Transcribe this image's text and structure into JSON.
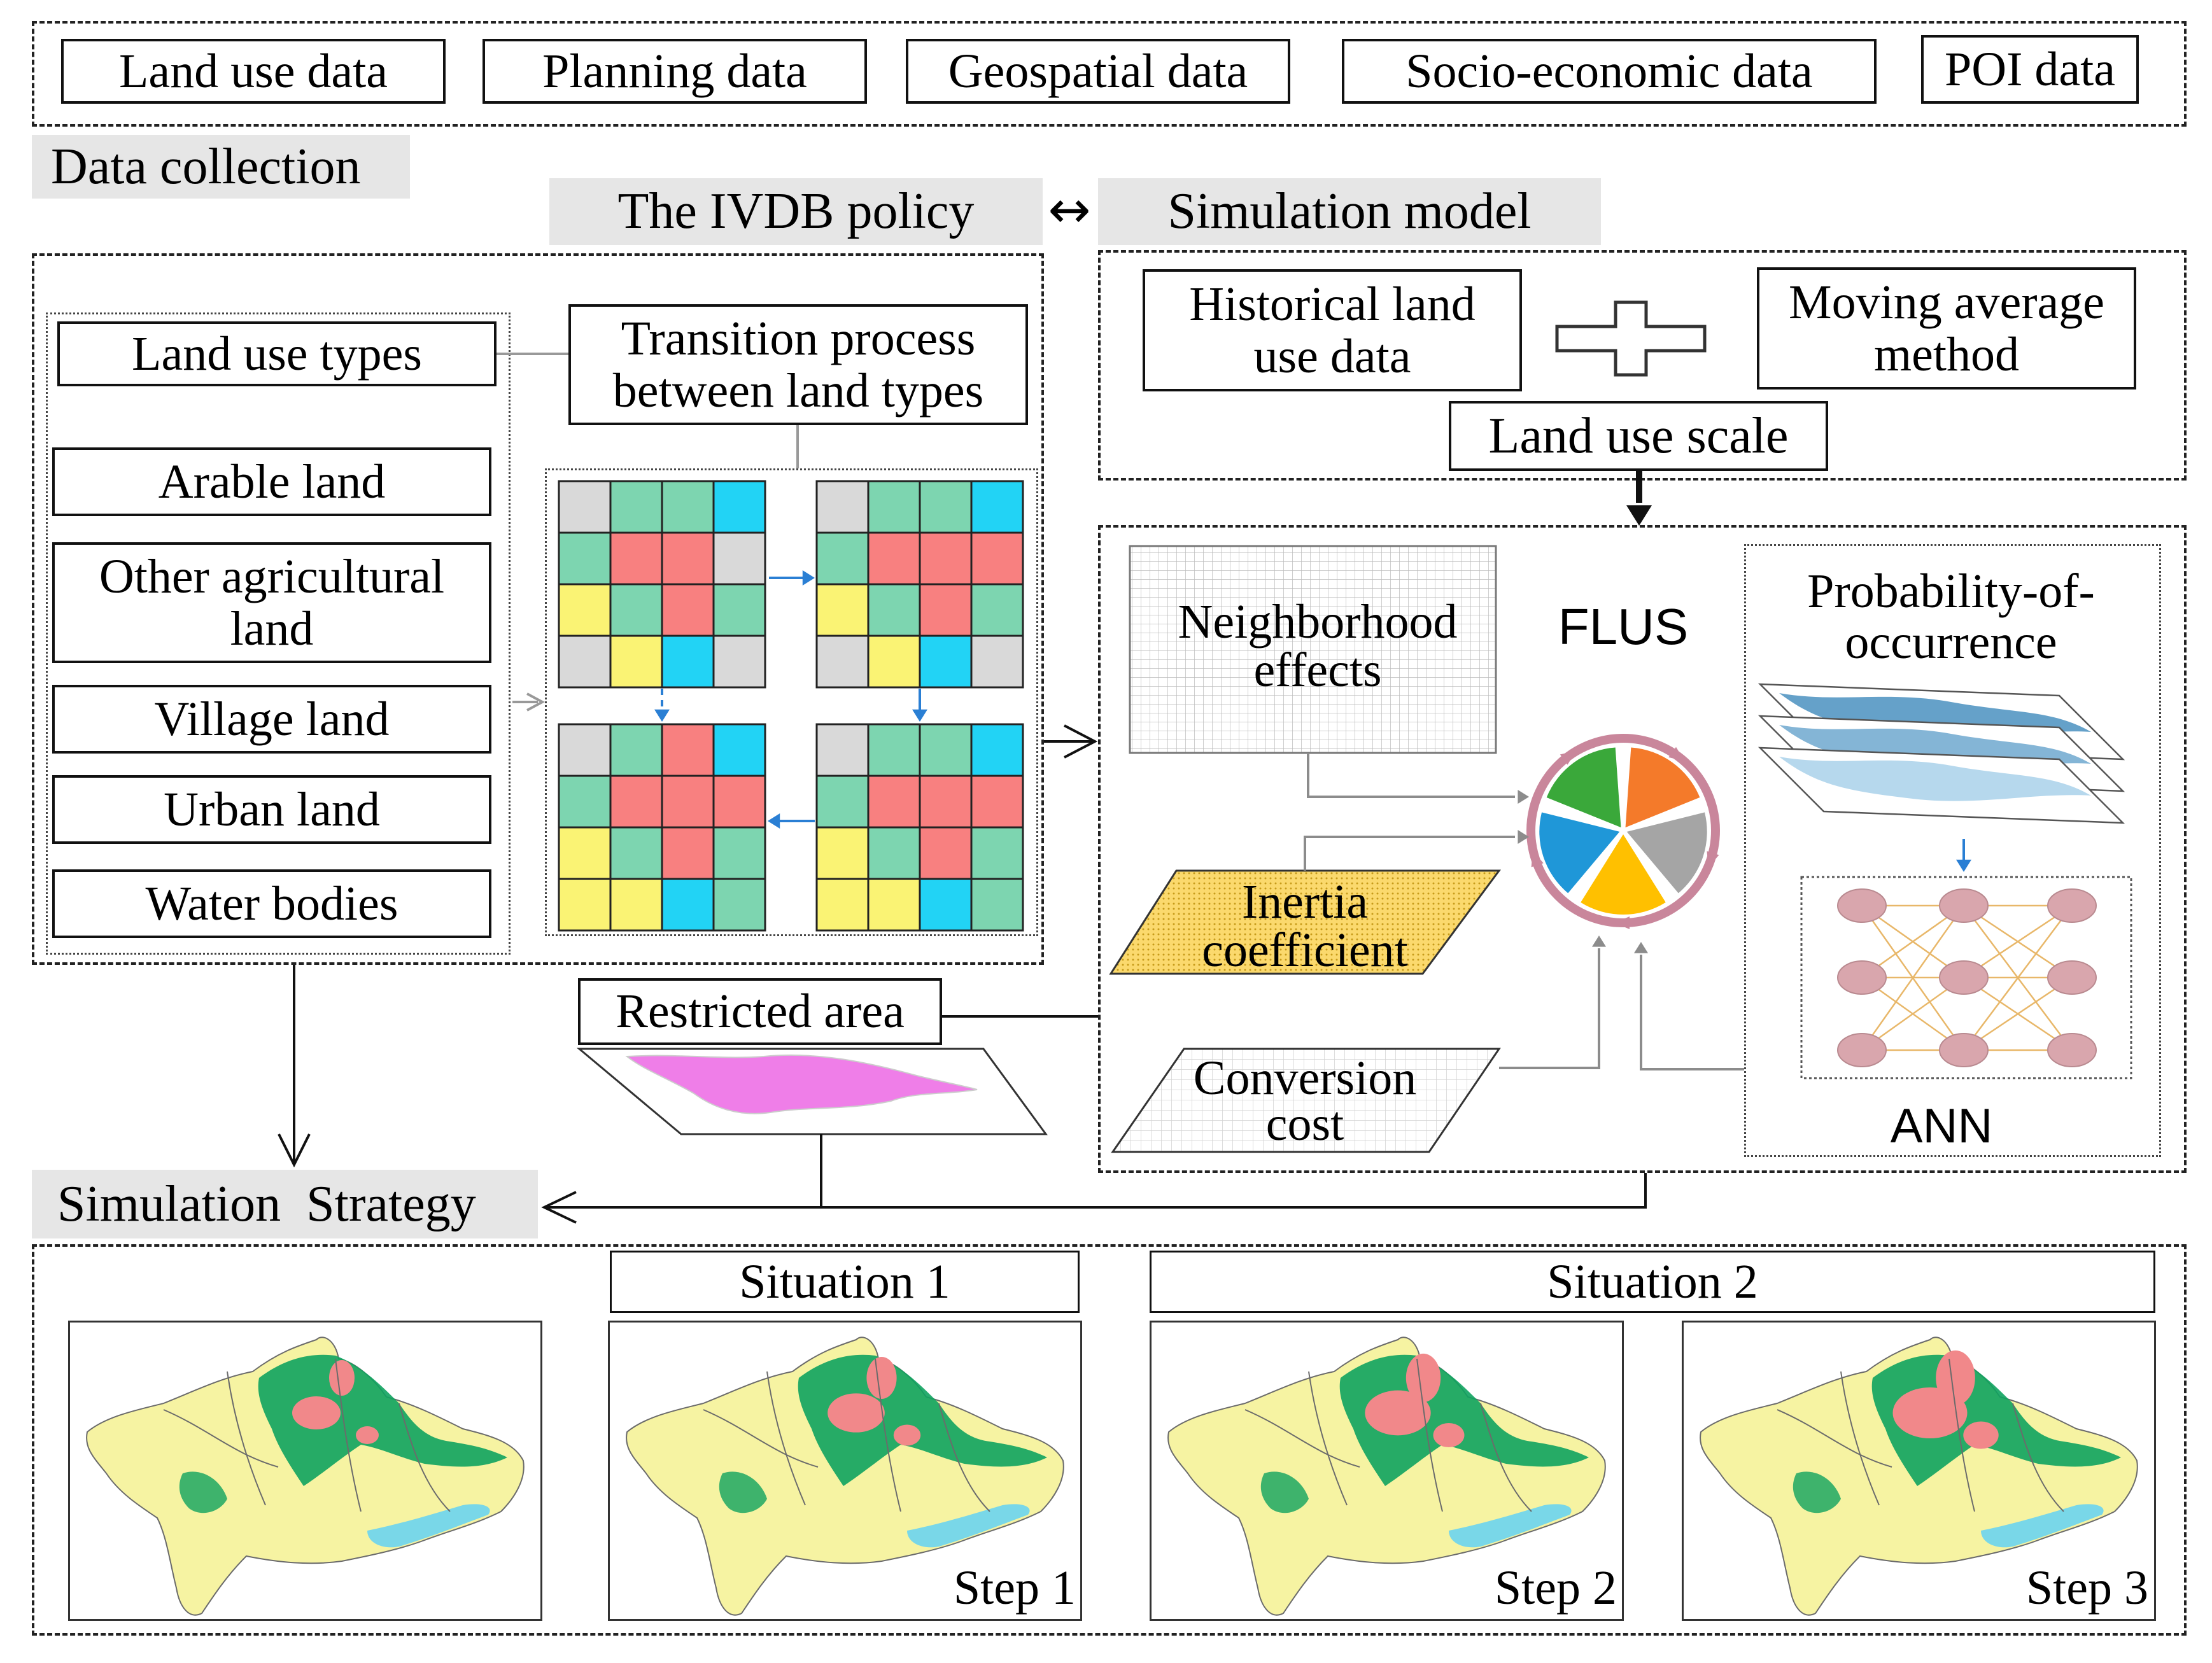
{
  "data_collection": {
    "heading": "Data collection",
    "items": [
      "Land use data",
      "Planning data",
      "Geospatial data",
      "Socio-economic data",
      "POI data"
    ]
  },
  "policy": {
    "heading": "The IVDB policy",
    "arrow": "↔",
    "land_types_title": "Land use types",
    "land_types": [
      "Arable land",
      "Other agricultural land",
      "Village land",
      "Urban land",
      "Water bodies"
    ],
    "transition_title": "Transition process between land types",
    "colors": {
      "green": "#7dd5b0",
      "red": "#f88080",
      "blue": "#22d3f5",
      "yellow": "#faf374",
      "grey": "#d9d9d9",
      "arrow": "#2a7fd4"
    }
  },
  "model": {
    "heading": "Simulation model",
    "historical": "Historical land use data",
    "moving_average": "Moving average method",
    "scale": "Land use scale",
    "neighborhood": "Neighborhood effects",
    "flus": "FLUS",
    "inertia": "Inertia coefficient",
    "conversion": "Conversion cost",
    "probability": "Probability-of-occurrence",
    "ann": "ANN",
    "restricted": "Restricted area",
    "pie_colors": [
      "#f47a2a",
      "#a5a5a5",
      "#ffc000",
      "#1f97d8",
      "#3aa83a"
    ],
    "ring_color": "#c9869b",
    "node_color": "#d9a6ad",
    "ann_line_color": "#e8b769",
    "inertia_fill": "#fbd96d",
    "restricted_fill": "#ef7ee8"
  },
  "strategy": {
    "heading": "Simulation  Strategy",
    "situation1": "Situation 1",
    "situation2": "Situation 2",
    "steps": [
      "Step 1",
      "Step 2",
      "Step 3"
    ],
    "map_colors": {
      "base": "#f6f3a2",
      "forest": "#10a35f",
      "urban": "#f1888a",
      "water": "#79d7e8",
      "border": "#6b6b6b"
    }
  }
}
